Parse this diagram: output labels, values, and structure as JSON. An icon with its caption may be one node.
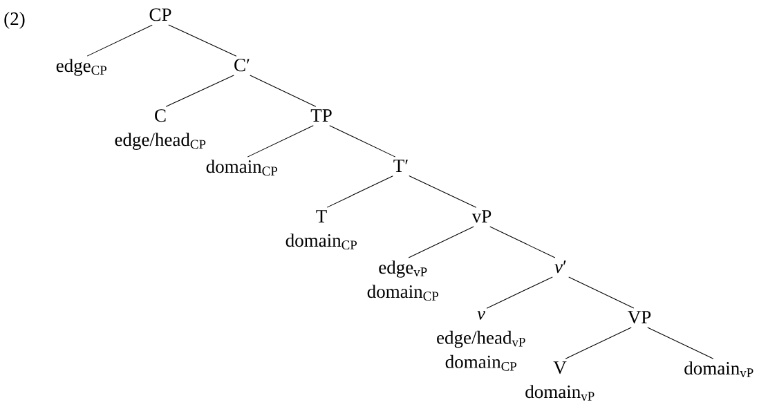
{
  "diagram": {
    "nodes": [
      {
        "text": [
          "CP"
        ]
      },
      {
        "text": [
          "edge$_{CP}$"
        ]
      },
      {
        "text": [
          "C′"
        ]
      },
      {
        "text": [
          "C",
          "edge/head$_{CP}$"
        ]
      },
      {
        "text": [
          "TP"
        ]
      },
      {
        "text": [
          "domain$_{CP}$"
        ]
      },
      {
        "text": [
          "T′"
        ]
      },
      {
        "text": [
          "T",
          "domain$_{CP}$"
        ]
      },
      {
        "text": [
          "vP"
        ]
      },
      {
        "text": [
          "edge$_{vP}$",
          "domain$_{CP}$"
        ]
      },
      {
        "text": [
          "*v*′"
        ]
      },
      {
        "text": [
          "*v*",
          "edge/head$_{vP}$",
          "domain$_{CP}$"
        ]
      },
      {
        "text": [
          "VP"
        ]
      },
      {
        "text": [
          "V",
          "domain$_{vP}$"
        ]
      },
      {
        "text": [
          "domain$_{vP}$"
        ]
      }
    ],
    "edges": [
      {
        "from": 0,
        "to": 1,
        "arrow": "none"
      },
      {
        "from": 0,
        "to": 2,
        "arrow": "none"
      },
      {
        "from": 2,
        "to": 3,
        "arrow": "none"
      },
      {
        "from": 2,
        "to": 4,
        "arrow": "none"
      },
      {
        "from": 4,
        "to": 5,
        "arrow": "none"
      },
      {
        "from": 4,
        "to": 6,
        "arrow": "none"
      },
      {
        "from": 6,
        "to": 7,
        "arrow": "none"
      },
      {
        "from": 6,
        "to": 8,
        "arrow": "none"
      },
      {
        "from": 8,
        "to": 9,
        "arrow": "none"
      },
      {
        "from": 8,
        "to": 10,
        "arrow": "none"
      },
      {
        "from": 10,
        "to": 11,
        "arrow": "none"
      },
      {
        "from": 10,
        "to": 12,
        "arrow": "none"
      },
      {
        "from": 12,
        "to": 13,
        "arrow": "none"
      },
      {
        "from": 12,
        "to": 14,
        "arrow": "none"
      }
    ],
    "labels": [
      "(2)"
    ]
  }
}
